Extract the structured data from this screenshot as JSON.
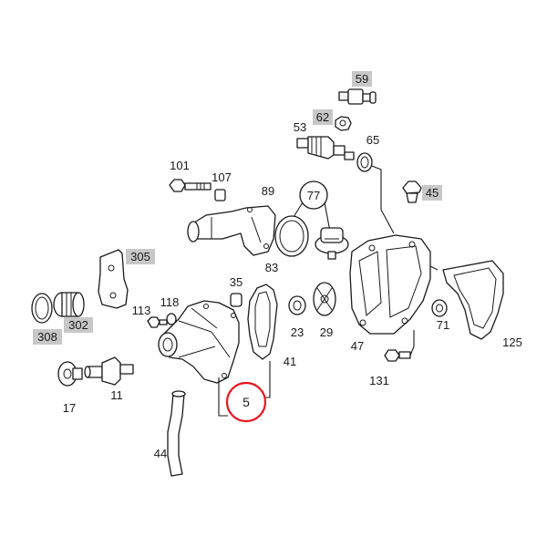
{
  "labels": {
    "p59": "59",
    "p62": "62",
    "p53": "53",
    "p65": "65",
    "p45": "45",
    "p101": "101",
    "p107": "107",
    "p89": "89",
    "p77": "77",
    "p83": "83",
    "p305": "305",
    "p35": "35",
    "p118": "118",
    "p113": "113",
    "p302": "302",
    "p308": "308",
    "p23": "23",
    "p29": "29",
    "p47": "47",
    "p71": "71",
    "p125": "125",
    "p41": "41",
    "p131": "131",
    "p17": "17",
    "p11": "11",
    "p5": "5",
    "p44": "44"
  },
  "colors": {
    "highlight": "#e8141c",
    "tag_background": "#c8c8c8",
    "line": "#1a1a1a"
  }
}
